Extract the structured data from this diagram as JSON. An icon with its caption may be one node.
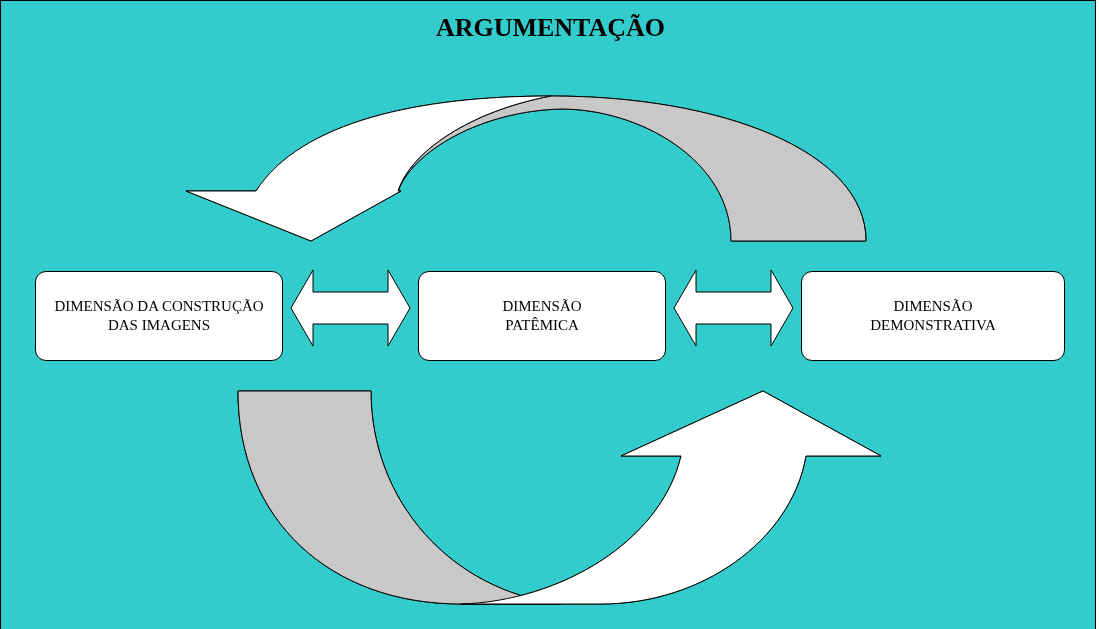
{
  "diagram": {
    "title": "ARGUMENTAÇÃO",
    "nodes": [
      {
        "text": [
          "DIMENSÃO DA CONSTRUÇÃO DAS IMAGENS"
        ]
      },
      {
        "text": [
          "DIMENSÃO PATÊMICA"
        ]
      },
      {
        "text": [
          "DIMENSÃO DEMONSTRATIVA"
        ]
      }
    ],
    "edges": [
      {
        "from": 0,
        "to": 1,
        "arrow": "both"
      },
      {
        "from": 1,
        "to": 2,
        "arrow": "both"
      },
      {
        "from": 2,
        "to": 0,
        "arrow": "to"
      },
      {
        "from": 0,
        "to": 2,
        "arrow": "to"
      }
    ]
  }
}
